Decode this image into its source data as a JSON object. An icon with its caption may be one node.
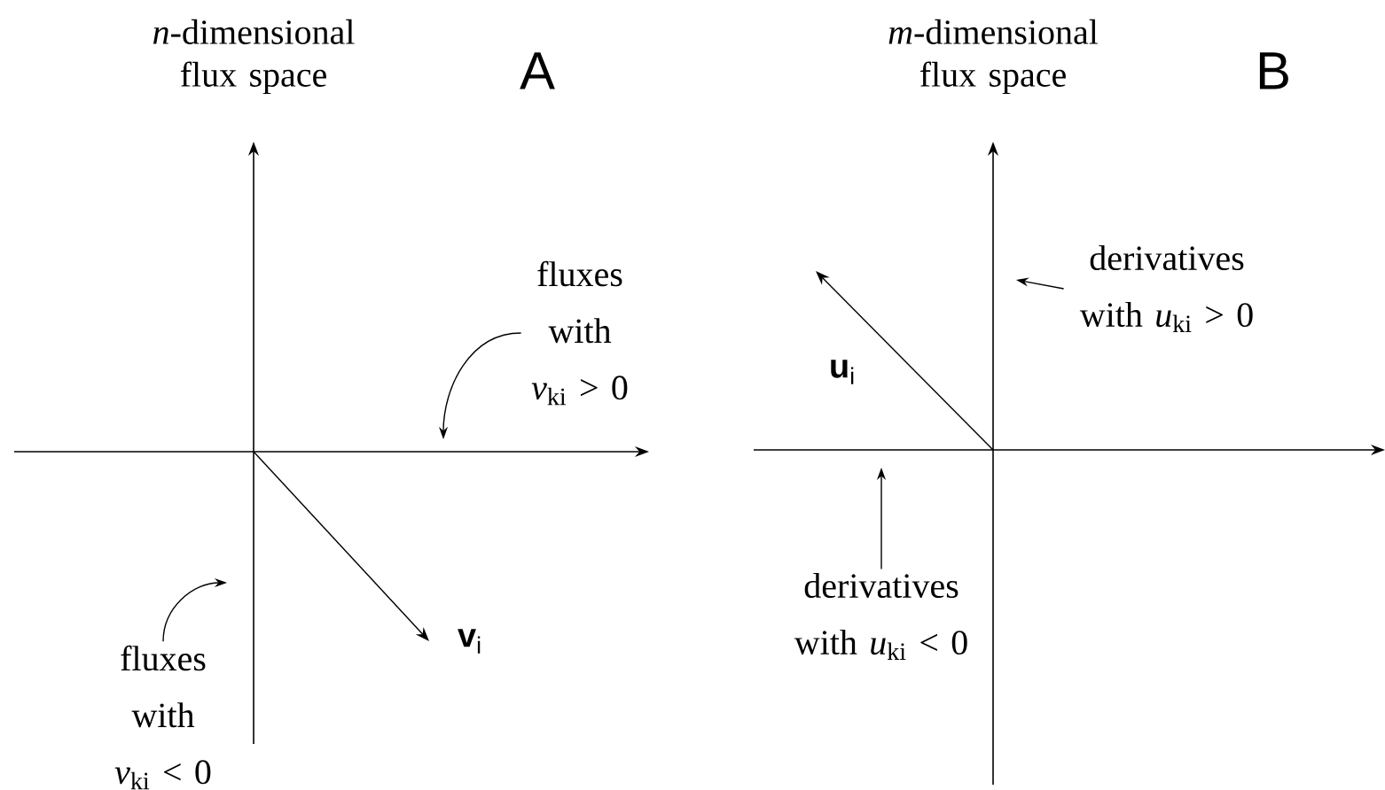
{
  "diagram": {
    "nodes": [
      {
        "text": [
          "fluxes with *v*$_{ki}$ > 0"
        ]
      },
      {
        "text": [
          "fluxes with *v*$_{ki}$ < 0"
        ]
      },
      {
        "text": [
          "derivatives with *u*$_{ki}$ > 0"
        ]
      },
      {
        "text": [
          "derivatives with *u*$_{ki}$ < 0"
        ]
      }
    ],
    "edges": [
      {
        "from": 0,
        "to": null,
        "arrow": "to"
      },
      {
        "from": 1,
        "to": null,
        "arrow": "to"
      },
      {
        "from": 2,
        "to": null,
        "arrow": "to"
      },
      {
        "from": 3,
        "to": null,
        "arrow": "to"
      }
    ],
    "labels": [
      "*n*-dimensional flux space",
      "A",
      "**v**$_{i}$",
      "*m*-dimensional flux space",
      "B",
      "**u**$_{i}$"
    ]
  }
}
